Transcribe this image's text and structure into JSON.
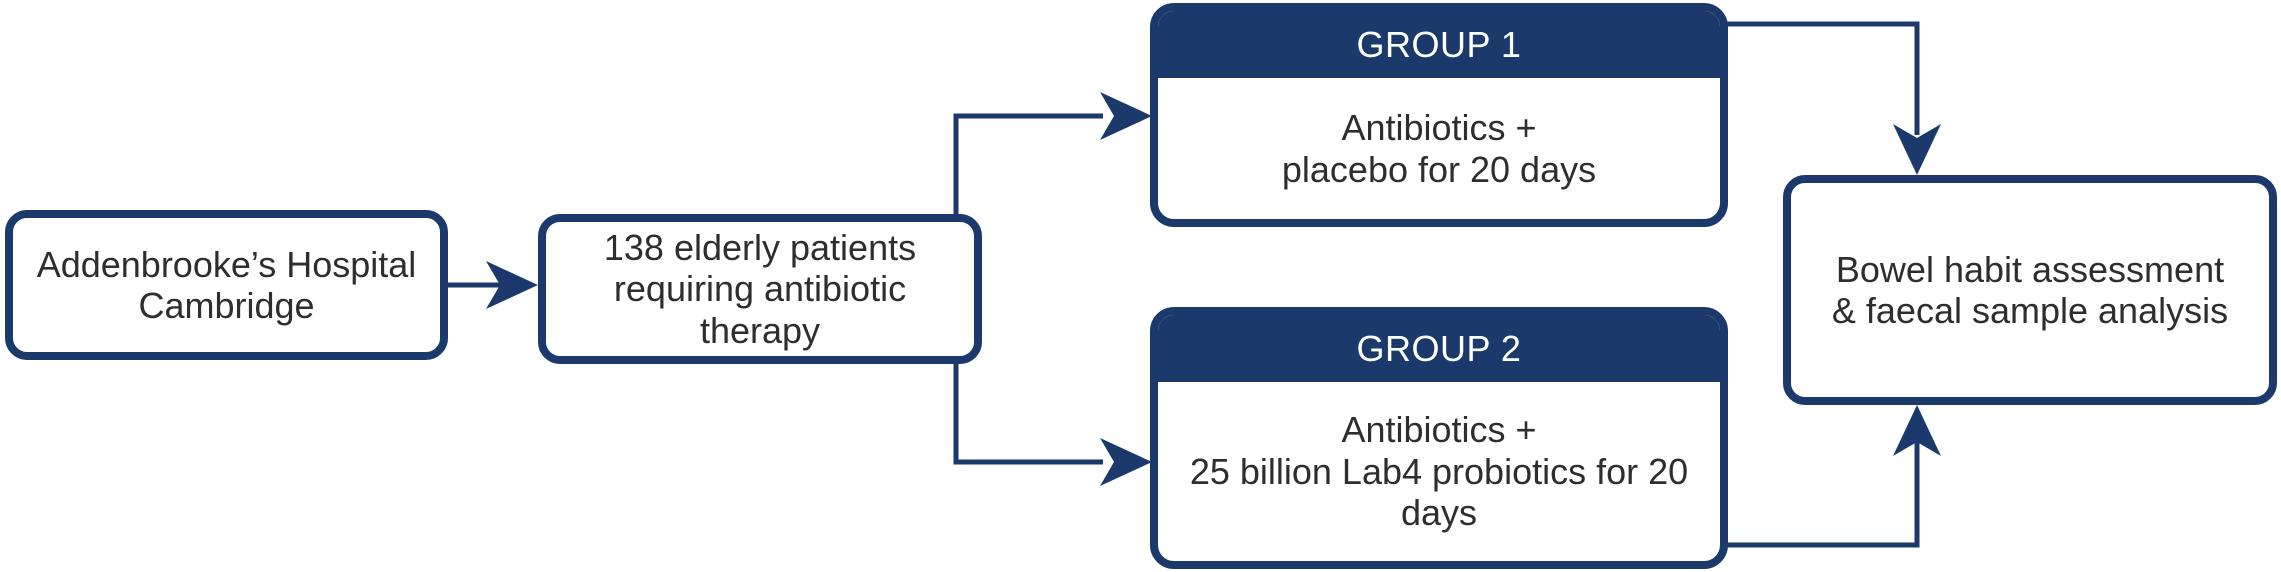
{
  "nodes": {
    "hospital": "Addenbrooke’s Hospital\nCambridge",
    "patients": "138 elderly patients\nrequiring antibiotic\ntherapy",
    "group1": {
      "title": "GROUP 1",
      "text": "Antibiotics +\nplacebo for 20 days"
    },
    "group2": {
      "title": "GROUP 2",
      "text": "Antibiotics +\n25 billion Lab4 probiotics for 20\ndays"
    },
    "outcome": "Bowel habit assessment\n& faecal sample analysis"
  },
  "colors": {
    "primary": "#1b3a6b",
    "text": "#2e2e2e",
    "header_text": "#ffffff"
  }
}
